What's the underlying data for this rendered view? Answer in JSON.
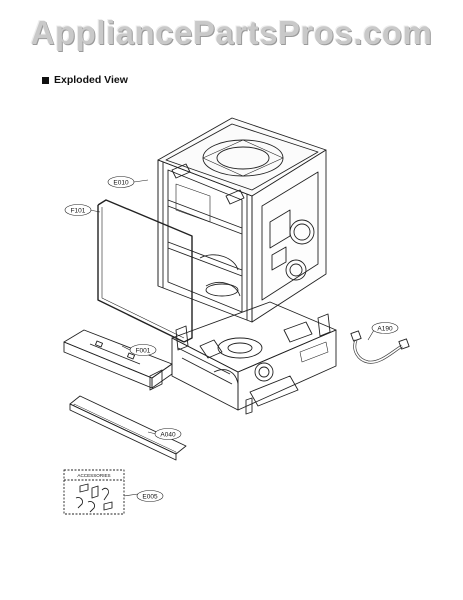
{
  "watermark": "AppliancePartsPros.com",
  "section": {
    "title": "Exploded View"
  },
  "callouts": {
    "e010": "E010",
    "f101": "F101",
    "f001": "F001",
    "a190": "A190",
    "a040": "A040",
    "e005": "E005"
  },
  "accessories": {
    "title": "ACCESSORIES"
  },
  "colors": {
    "line": "#222222",
    "watermark": "#c9c9c9"
  }
}
